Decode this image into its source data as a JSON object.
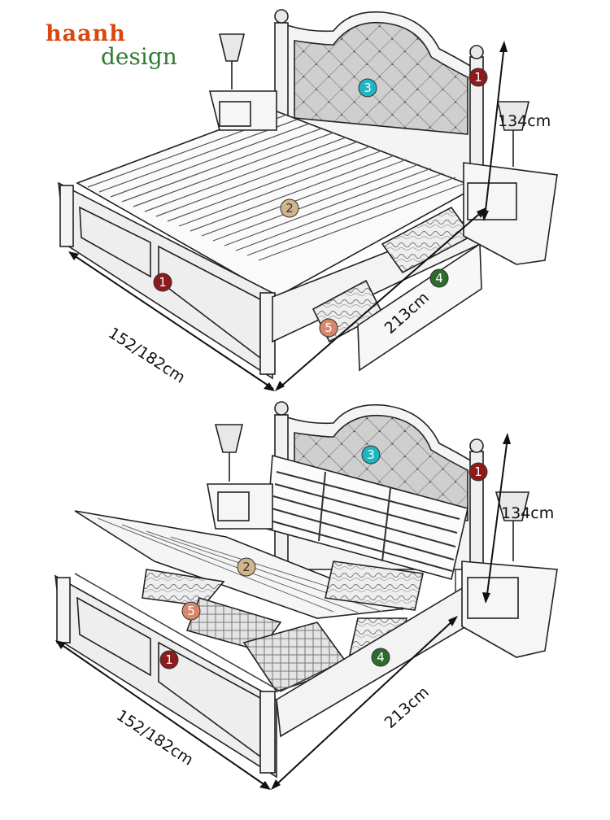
{
  "brand": {
    "line1": "haanh",
    "line2": "design",
    "color1": "#d9480f",
    "color2": "#2f7d32"
  },
  "top_figure": {
    "height_label": "134cm",
    "width_label": "152/182cm",
    "length_label": "213cm",
    "markers": [
      "1",
      "2",
      "3",
      "1",
      "4",
      "5"
    ]
  },
  "bottom_figure": {
    "height_label": "134cm",
    "width_label": "152/182cm",
    "length_label": "213cm",
    "markers": [
      "3",
      "1",
      "2",
      "5",
      "1",
      "4"
    ]
  },
  "marker_colors": {
    "1": "#8e1b1b",
    "2": "#d2b48c",
    "3": "#1fb6c1",
    "4": "#2e6b2e",
    "5": "#d9876a"
  }
}
